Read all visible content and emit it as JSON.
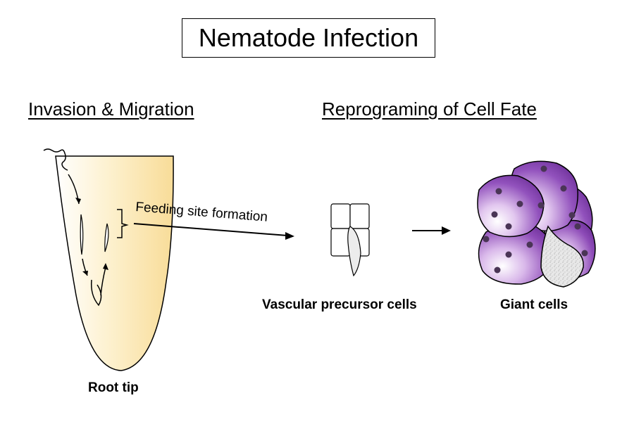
{
  "title": "Nematode Infection",
  "headings": {
    "invasion": "Invasion & Migration",
    "reprogramming": "Reprograming of Cell Fate"
  },
  "labels": {
    "feeding_site": "Feeding site formation",
    "root_tip": "Root tip",
    "vascular_cells": "Vascular precursor cells",
    "giant_cells": "Giant cells"
  },
  "colors": {
    "root_fill": "#fbe6ac",
    "giant_cell_purple": "#7a3aa5",
    "giant_cell_light": "#f1e2f7",
    "nucleus": "#4a3556",
    "nematode_gray": "#d6d6d6"
  }
}
